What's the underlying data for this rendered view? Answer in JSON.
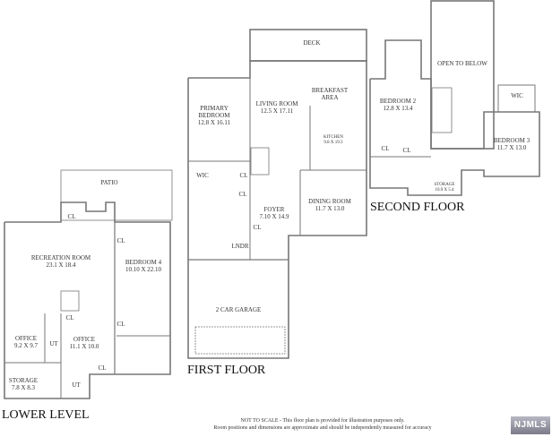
{
  "lower_level": {
    "title": "LOWER LEVEL",
    "rooms": {
      "patio": "PATIO",
      "cl_patio": "CL",
      "recreation": {
        "name": "RECREATION ROOM",
        "dims": "23.1 X 18.4"
      },
      "bedroom4": {
        "name": "BEDROOM 4",
        "dims": "10.10 X 22.10"
      },
      "cl_bed4_top": "CL",
      "cl_stairs": "CL",
      "cl_bed4_mid": "CL",
      "cl_bottom": "CL",
      "office_left": {
        "name": "OFFICE",
        "dims": "9.2 X 9.7"
      },
      "ut_left": "UT",
      "office_right": {
        "name": "OFFICE",
        "dims": "11.1 X 10.0"
      },
      "storage": {
        "name": "STORAGE",
        "dims": "7.8 X 8.3"
      },
      "ut_bottom": "UT"
    }
  },
  "first_floor": {
    "title": "FIRST FLOOR",
    "rooms": {
      "deck": "DECK",
      "primary_bedroom": {
        "name1": "PRIMARY",
        "name2": "BEDROOM",
        "dims": "12.8 X 16.11"
      },
      "living_room": {
        "name": "LIVING ROOM",
        "dims": "12.5 X 17.11"
      },
      "breakfast": {
        "name1": "BREAKFAST",
        "name2": "AREA"
      },
      "kitchen": {
        "name": "KITCHEN",
        "dims": "9.8 X 19.3"
      },
      "dining_room": {
        "name": "DINING ROOM",
        "dims": "11.7 X 13.0"
      },
      "foyer": {
        "name": "FOYER",
        "dims": "7.10 X 14.9"
      },
      "wic": "WIC",
      "cl1": "CL",
      "cl2": "CL",
      "cl3": "CL",
      "laundry": "LNDR",
      "garage": "2 CAR GARAGE"
    }
  },
  "second_floor": {
    "title": "SECOND FLOOR",
    "rooms": {
      "open": "OPEN TO BELOW",
      "bedroom2": {
        "name": "BEDROOM 2",
        "dims": "12.8 X 13.4"
      },
      "wic": "WIC",
      "bedroom3": {
        "name": "BEDROOM 3",
        "dims": "11.7 X 13.0"
      },
      "cl1": "CL",
      "cl2": "CL",
      "storage": {
        "name": "STORAGE",
        "dims": "10.9 X 5.4"
      }
    }
  },
  "footer": {
    "line1": "NOT TO SCALE - This floor plan is provided for illustration purposes only.",
    "line2": "Room positions and dimensions are approximate and should be independently measured for accuracy"
  },
  "logo": "NJMLS"
}
